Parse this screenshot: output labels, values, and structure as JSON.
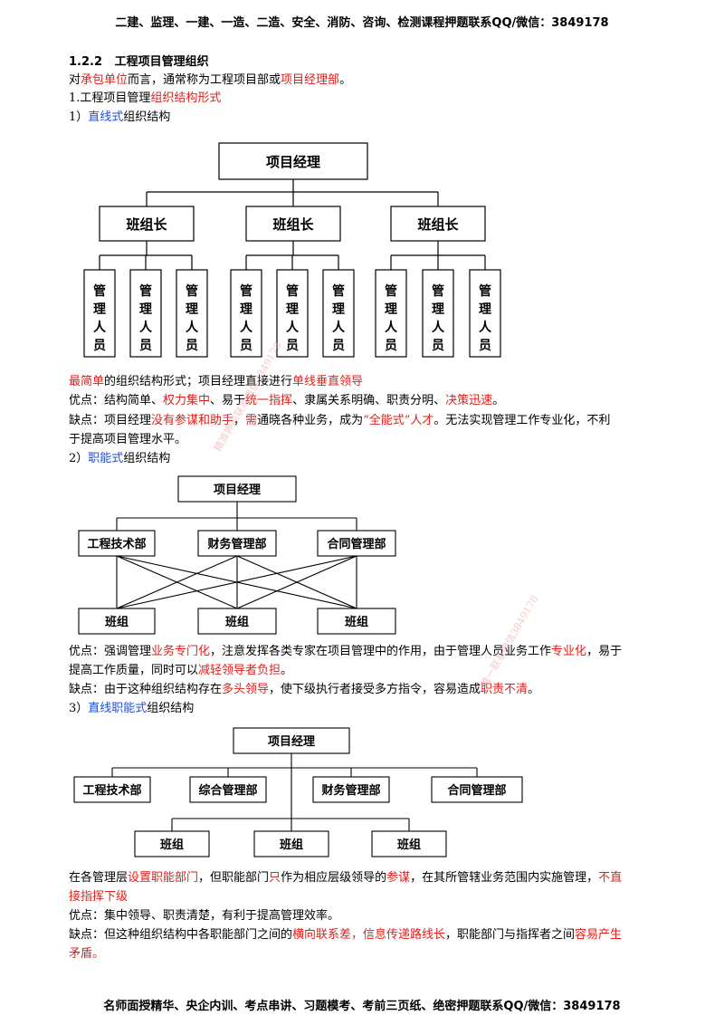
{
  "header": "二建、监理、一建、一造、二造、安全、消防、咨询、检测课程押题联系QQ/微信：3849178",
  "footer": "名师面授精华、央企内训、考点串讲、习题模考、考前三页纸、绝密押题联系QQ/微信：3849178",
  "section": {
    "number": "1.2.2",
    "title": "工程项目管理组织"
  },
  "intro": {
    "p1": "对",
    "r1": "承包单位",
    "p2": "而言，通常称为工程项目部或",
    "r2": "项目经理部",
    "p3": "。"
  },
  "item1": {
    "p1": "1.工程项目管理",
    "r1": "组织结构形式"
  },
  "s1": {
    "heading": {
      "p1": "1）",
      "b1": "直线式",
      "p2": "组织结构"
    },
    "diagram": {
      "top": "项目经理",
      "mid": "班组长",
      "leaf": "管理人员"
    },
    "desc": {
      "r1": "最简单",
      "p1": "的组织结构形式；项目经理直接进行",
      "r2": "单线垂直领导"
    },
    "pros": {
      "p1": "优点：结构简单、",
      "r1": "权力集中",
      "p2": "、易于",
      "r2": "统一指挥",
      "p3": "、隶属关系明确、职责分明、",
      "r3": "决策迅速",
      "p4": "。"
    },
    "cons1": {
      "p1": "缺点：项目经理",
      "r1": "没有参谋和助手",
      "p2": "，",
      "r2": "需",
      "p3": "通晓各种业务，成为",
      "r3": "“全能式”人才",
      "p4": "。无法实现管理工作专业化，不利"
    },
    "cons2": "于提高项目管理水平。"
  },
  "s2": {
    "heading": {
      "p1": "2）",
      "b1": "职能式",
      "p2": "组织结构"
    },
    "diagram": {
      "top": "项目经理",
      "d1": "工程技术部",
      "d2": "财务管理部",
      "d3": "合同管理部",
      "team": "班组"
    },
    "pros1": {
      "p1": "优点：强调管理",
      "r1": "业务专门化",
      "p2": "，注意发挥各类专家在项目管理中的作用，由于管理人员业务工作",
      "r2": "专业化",
      "p3": "，易于"
    },
    "pros2": {
      "p1": "提高工作质量，同时可以",
      "r1": "减轻领导者负担",
      "p2": "。"
    },
    "cons": {
      "p1": "缺点：由于这种组织结构存在",
      "r1": "多头领导",
      "p2": "，使下级执行者接受多方指令，容易造成",
      "r2": "职责不清",
      "p3": "。"
    }
  },
  "s3": {
    "heading": {
      "p1": "3）",
      "b1": "直线职能式",
      "p2": "组织结构"
    },
    "diagram": {
      "top": "项目经理",
      "d1": "工程技术部",
      "d2": "综合管理部",
      "d3": "财务管理部",
      "d4": "合同管理部",
      "team": "班组"
    },
    "desc1": {
      "p1": "在各管理层",
      "r1": "设置职能部门",
      "p2": "，但职能部门",
      "r2": "只",
      "p3": "作为相应层级领导的",
      "r3": "参谋",
      "p4": "，在其所管辖业务范围内实施管理，",
      "r4": "不直"
    },
    "desc2": {
      "r1": "接指挥下级"
    },
    "pros": "优点：集中领导、职责清楚，有利于提高管理效率。",
    "cons1": {
      "p1": "缺点：但这种组织结构中各职能部门之间的",
      "r1": "横向联系差，信息传递路线长",
      "p2": "，职能部门与指挥者之间",
      "r2": "容易产生"
    },
    "cons2": {
      "r1": "矛盾。"
    }
  },
  "watermarks": {
    "w1": "精准押题联系微信3849178",
    "w2": "唯一联系微信3849178"
  }
}
